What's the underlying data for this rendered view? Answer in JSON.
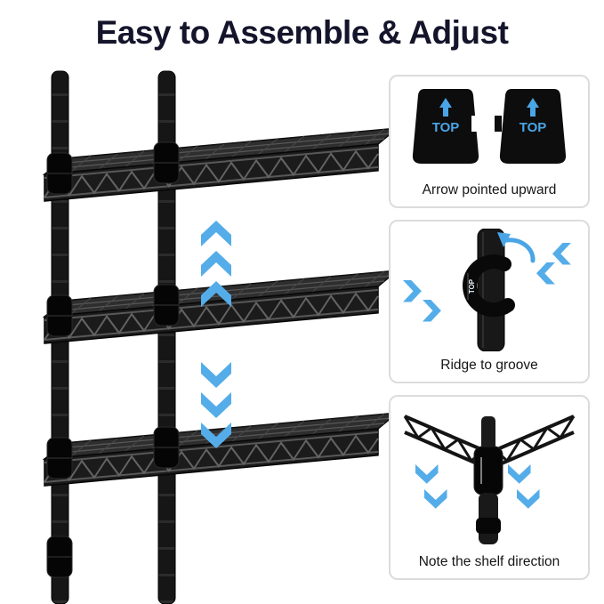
{
  "title": "Easy to Assemble & Adjust",
  "panels": [
    {
      "caption": "Arrow pointed upward",
      "badge": "TOP"
    },
    {
      "caption": "Ridge to groove",
      "badge": "TOP"
    },
    {
      "caption": "Note the shelf direction"
    }
  ],
  "colors": {
    "accent_blue": "#54ade9",
    "title_text": "#14142b",
    "panel_border": "#dcdcdc",
    "shelf_dark": "#1b1b1b"
  }
}
